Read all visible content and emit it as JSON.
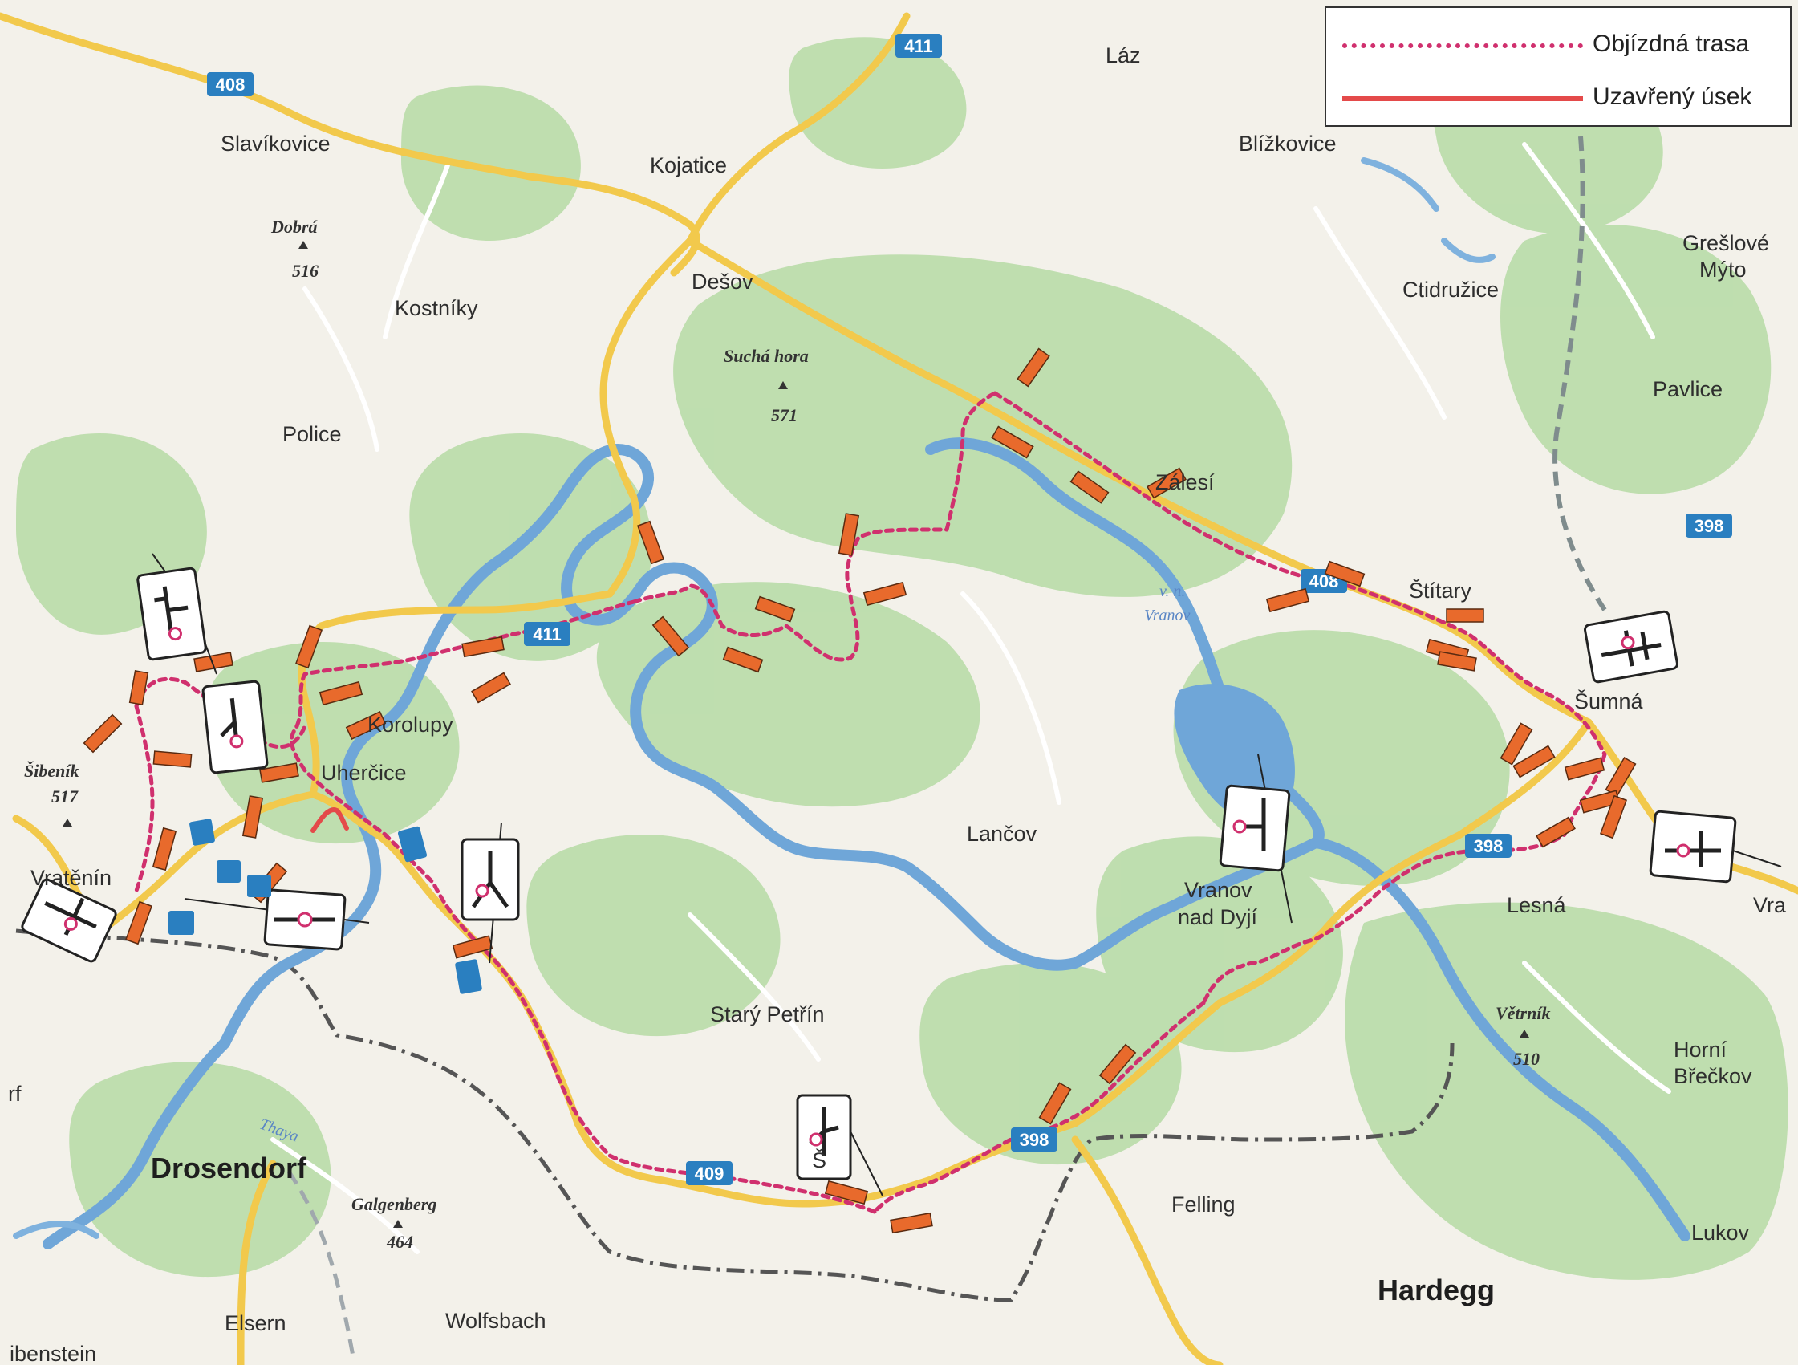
{
  "legend": {
    "detour_label": "Objízdná trasa",
    "closed_label": "Uzavřený úsek"
  },
  "colors": {
    "detour": "#d0306e",
    "closed": "#e44a4a",
    "road": "#f2c94c",
    "forest": "#b9dca9",
    "water": "#6fa6d8",
    "border": "#555555"
  },
  "places": {
    "slavikovice": "Slavíkovice",
    "kojatice": "Kojatice",
    "laz": "Láz",
    "blizkovice": "Blížkovice",
    "greslove_myto_1": "Grešlové",
    "greslove_myto_2": "Mýto",
    "desov": "Dešov",
    "ctidruzice": "Ctidružice",
    "kostniky": "Kostníky",
    "pavlice": "Pavlice",
    "police": "Police",
    "zalesi": "Zálesí",
    "stitary": "Štítary",
    "korolupy": "Korolupy",
    "uhercice": "Uherčice",
    "sumna": "Šumná",
    "lancov": "Lančov",
    "vratenin": "Vratěnín",
    "vranov_1": "Vranov",
    "vranov_2": "nad Dyjí",
    "lesna": "Lesná",
    "vra_cut": "Vra",
    "stary_petrin": "Starý Petřín",
    "horni_breckov_1": "Horní",
    "horni_breckov_2": "Břečkov",
    "drosendorf": "Drosendorf",
    "felling": "Felling",
    "lukov": "Lukov",
    "hardegg": "Hardegg",
    "elsern": "Elsern",
    "wolfsbach": "Wolfsbach",
    "eibenstein_cut": "ibenstein",
    "sv_cut": "Š",
    "rf_cut": "rf"
  },
  "peaks": {
    "dobra_name": "Dobrá",
    "dobra_el": "516",
    "sucha_hora_name": "Suchá hora",
    "sucha_hora_el": "571",
    "sibenik_name": "Šibeník",
    "sibenik_el": "517",
    "vetrnik_name": "Větrník",
    "vetrnik_el": "510",
    "galgenberg_name": "Galgenberg",
    "galgenberg_el": "464"
  },
  "water": {
    "reservoir_1": "v. n.",
    "reservoir_2": "Vranov",
    "thaya": "Thaya"
  },
  "road_shields": {
    "r408_nw": "408",
    "r411_n": "411",
    "r411_mid": "411",
    "r408_e": "408",
    "r398_e": "398",
    "r398_lesna": "398",
    "r398_s": "398",
    "r409": "409"
  }
}
